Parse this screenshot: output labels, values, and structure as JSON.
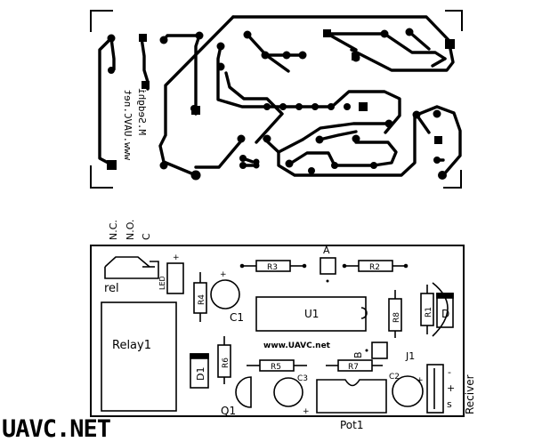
{
  "pcb_top": {
    "mirrored_text_line1": "www.UAVC.net",
    "mirrored_text_line2": "M.Sedghi"
  },
  "silkscreen": {
    "header_labels": [
      "N.C.",
      "N.O.",
      "C"
    ],
    "rel_label": "rel",
    "led_label": "LED",
    "led_plus": "+",
    "r3": "R3",
    "r2": "R2",
    "a_label": "A",
    "r4": "R4",
    "c1": "C1",
    "c1_plus": "+",
    "u1": "U1",
    "r8": "R8",
    "r1": "R1",
    "d_label": "D",
    "relay_label": "Relay1",
    "website": "www.UAVC.net",
    "b_label": "B",
    "j1": "J1",
    "r6": "R6",
    "d1": "D1",
    "r5": "R5",
    "r7": "R7",
    "c3": "C3",
    "c2": "C2",
    "c2_plus": "+",
    "q1": "Q1",
    "pot_plus": "+",
    "pot1": "Pot1",
    "recv_minus": "-",
    "recv_plus": "+",
    "recv_s": "s",
    "reciver": "Reciver"
  },
  "logo": {
    "text": "UAVC.NET"
  }
}
